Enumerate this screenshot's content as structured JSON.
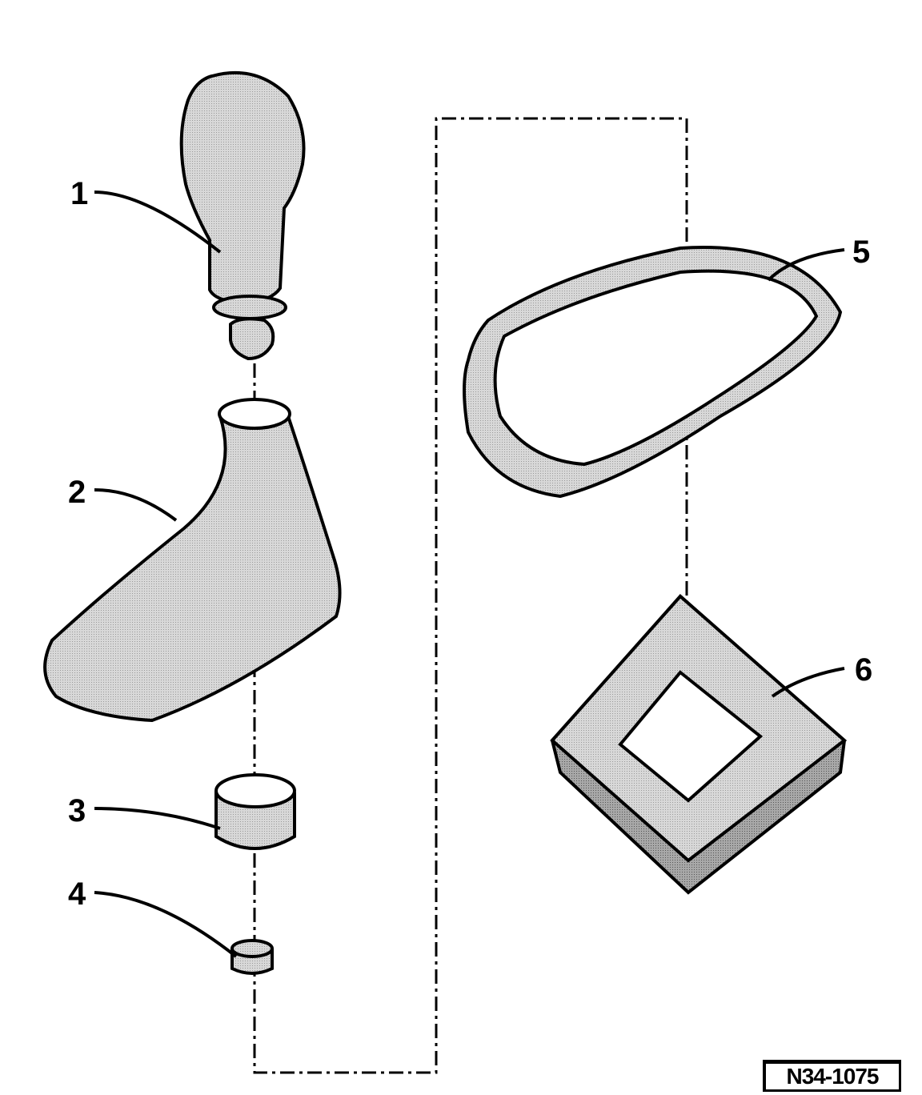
{
  "diagram": {
    "callouts": [
      {
        "number": "1",
        "part": "gear-knob"
      },
      {
        "number": "2",
        "part": "gear-lever-boot"
      },
      {
        "number": "3",
        "part": "clamping-ring"
      },
      {
        "number": "4",
        "part": "bush"
      },
      {
        "number": "5",
        "part": "frame"
      },
      {
        "number": "6",
        "part": "insulating-block"
      }
    ],
    "reference_code": "N34-1075"
  }
}
